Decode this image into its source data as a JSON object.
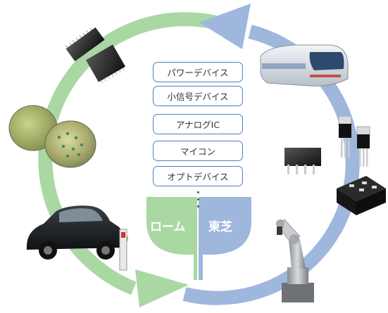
{
  "categories": [
    "パワーデバイス",
    "小信号デバイス",
    "アナログIC",
    "マイコン",
    "オプトデバイス"
  ],
  "companies": {
    "left": "ローム",
    "right": "東芝"
  },
  "icons": [
    "ic-chip-icon",
    "silicon-wafer-icon",
    "electric-car-icon",
    "bullet-train-icon",
    "transistor-package-icon",
    "power-module-icon",
    "industrial-robot-icon"
  ],
  "colors": {
    "green": "#a9d8a2",
    "blue": "#9fb6dd",
    "pill_border": "#4d7fbf"
  }
}
